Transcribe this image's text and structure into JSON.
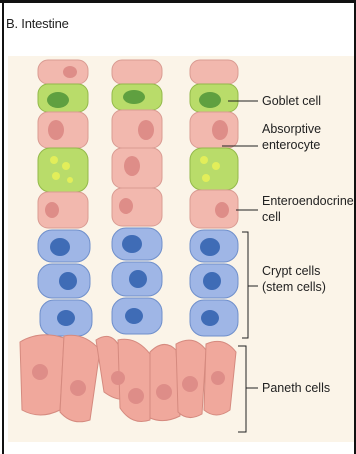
{
  "panel": {
    "title": "B. Intestine"
  },
  "labels": {
    "goblet": "Goblet cell",
    "absorptive_1": "Absorptive",
    "absorptive_2": "enterocyte",
    "enteroendocrine_1": "Enteroendocrine",
    "enteroendocrine_2": "cell",
    "crypt_1": "Crypt cells",
    "crypt_2": "(stem cells)",
    "paneth": "Paneth cells"
  },
  "colors": {
    "background": "#fbf4e8",
    "enterocyte": "#f2b8ae",
    "goblet": "#b9dc6a",
    "goblet_granule": "#e2ee5a",
    "stem_cell": "#9fb6e6",
    "stem_nucleus": "#3f6cb6",
    "paneth": "#f0a89c",
    "nucleus": "#de8d88"
  }
}
